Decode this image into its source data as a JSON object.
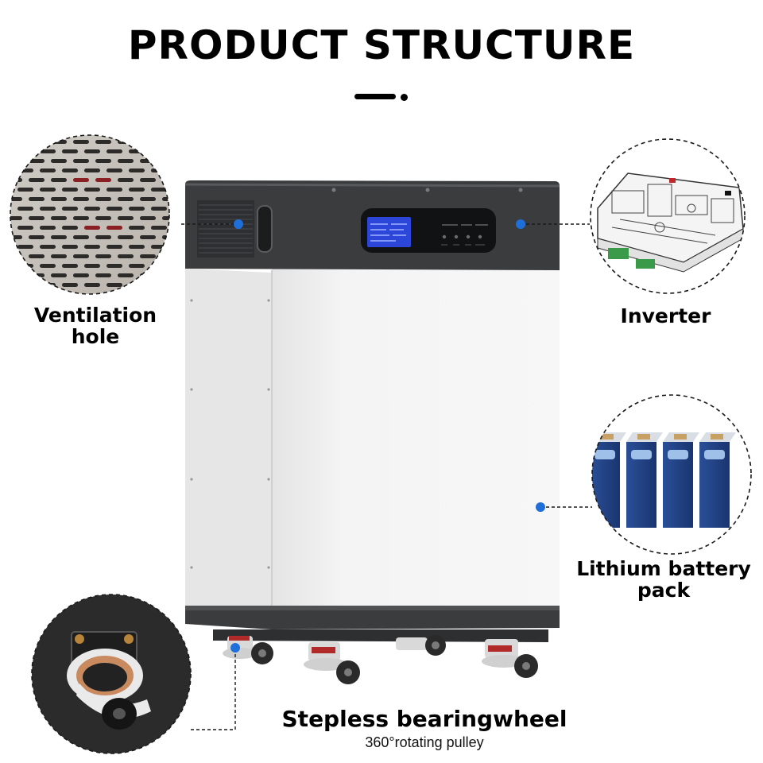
{
  "header": {
    "title": "PRODUCT STRUCTURE"
  },
  "callouts": {
    "ventilation": {
      "line1": "Ventilation",
      "line2": "hole"
    },
    "inverter": {
      "label": "Inverter"
    },
    "battery": {
      "line1": "Lithium battery",
      "line2": "pack"
    },
    "wheel": {
      "label": "Stepless bearingwheel",
      "sublabel": "360°rotating pulley"
    }
  },
  "colors": {
    "accent_dot": "#1e6fd9",
    "cabinet_dark": "#3b3c3e",
    "cabinet_body": "#f2f2f2",
    "lcd_blue": "#2b46d8",
    "battery_blue": "#1b3a7a"
  }
}
